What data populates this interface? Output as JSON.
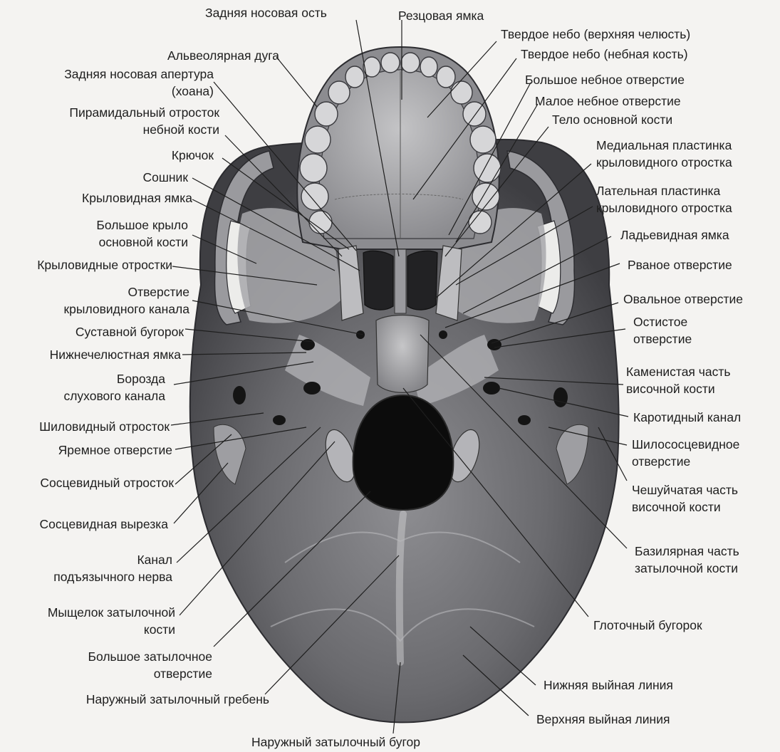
{
  "labels": {
    "top": [
      "Задняя носовая ость",
      "Резцовая ямка",
      "Наружный затылочный бугор"
    ],
    "left": [
      "Альвеолярная дуга",
      "Задняя носовая апертура",
      "(хоана)",
      "Пирамидальный отросток",
      "небной кости",
      "Крючок",
      "Сошник",
      "Крыловидная ямка",
      "Большое крыло",
      "основной кости",
      "Крыловидные отростки",
      "Отверстие",
      "крыловидного канала",
      "Суставной бугорок",
      "Нижнечелюстная ямка",
      "Борозда",
      "слухового канала",
      "Шиловидный отросток",
      "Яремное отверстие",
      "Сосцевидный отросток",
      "Сосцевидная вырезка",
      "Канал",
      "подъязычного нерва",
      "Мыщелок затылочной",
      "кости",
      "Большое затылочное",
      "отверстие",
      "Наружный затылочный гребень"
    ],
    "right": [
      "Твердое небо (верхняя челюсть)",
      "Твердое небо (небная кость)",
      "Большое небное отверстие",
      "Малое небное отверстие",
      "Тело основной кости",
      "Медиальная пластинка",
      "крыловидного отростка",
      "Лательная пластинка",
      "крыловидного отростка",
      "Ладьевидная ямка",
      "Рваное отверстие",
      "Овальное отверстие",
      "Остистое",
      "отверстие",
      "Каменистая часть",
      "височной кости",
      "Каротидный канал",
      "Шилососцевидное",
      "отверстие",
      "Чешуйчатая часть",
      "височной кости",
      "Базилярная часть",
      "затылочной кости",
      "Глоточный бугорок",
      "Нижняя выйная линия",
      "Верхняя выйная линия"
    ]
  },
  "colors": {
    "background": "#f4f3f1",
    "bone_dark": "#4a4a4e",
    "bone_mid": "#7c7c80",
    "bone_light": "#b9b9bb",
    "tooth": "#d4d4d6",
    "foramen": "#0c0c0c",
    "leader": "#1e1e1e",
    "text": "#1e1e1e"
  }
}
